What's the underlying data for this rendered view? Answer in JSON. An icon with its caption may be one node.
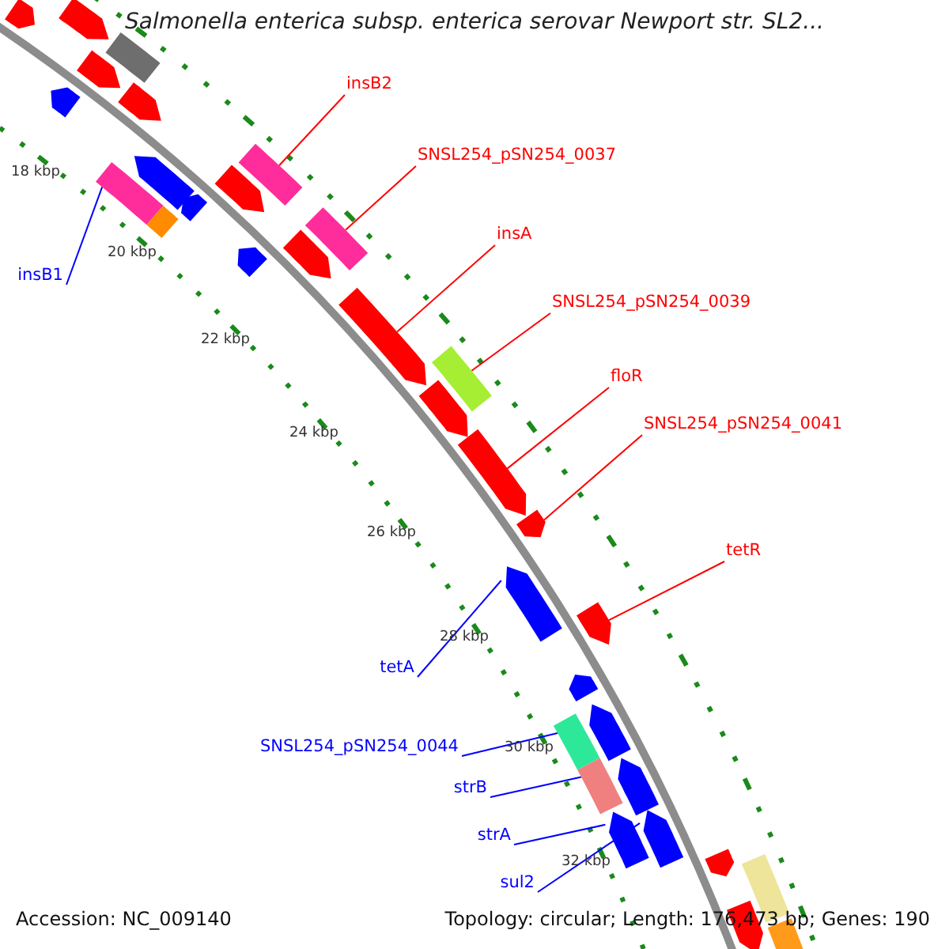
{
  "diagram": {
    "title": "Salmonella enterica subsp. enterica serovar Newport str. SL2...",
    "nodes": [
      {
        "text": [
          "insB2"
        ]
      },
      {
        "text": [],
        "shape": "bar"
      },
      {
        "text": [
          "insB1"
        ]
      },
      {
        "text": [],
        "shape": "bar"
      },
      {
        "text": [
          "SNSL254_pSN254_0037"
        ]
      },
      {
        "text": [],
        "shape": "bar"
      },
      {
        "text": [
          "insA"
        ]
      },
      {
        "text": [],
        "shape": "bar"
      },
      {
        "text": [
          "SNSL254_pSN254_0039"
        ]
      },
      {
        "text": [],
        "shape": "bar"
      },
      {
        "text": [
          "floR"
        ]
      },
      {
        "text": [],
        "shape": "bar"
      },
      {
        "text": [
          "SNSL254_pSN254_0041"
        ]
      },
      {
        "text": [],
        "shape": "bar"
      },
      {
        "text": [
          "tetR"
        ]
      },
      {
        "text": [],
        "shape": "bar"
      },
      {
        "text": [
          "tetA"
        ]
      },
      {
        "text": [],
        "shape": "bar"
      },
      {
        "text": [
          "SNSL254_pSN254_0044"
        ]
      },
      {
        "text": [],
        "shape": "bar"
      },
      {
        "text": [
          "strB"
        ]
      },
      {
        "text": [],
        "shape": "bar"
      },
      {
        "text": [
          "strA"
        ]
      },
      {
        "text": [],
        "shape": "bar"
      },
      {
        "text": [
          "sul2"
        ]
      },
      {
        "text": [],
        "shape": "bar"
      },
      {
        "text": [],
        "shape": "bar"
      },
      {
        "text": [],
        "shape": "bar"
      },
      {
        "text": [],
        "shape": "bar"
      },
      {
        "text": [],
        "shape": "bar"
      },
      {
        "text": [],
        "shape": "bar"
      },
      {
        "text": [],
        "shape": "bar"
      },
      {
        "text": [],
        "shape": "bar"
      },
      {
        "text": [],
        "shape": "bar"
      },
      {
        "text": [],
        "shape": "bar"
      },
      {
        "text": [],
        "shape": "bar"
      },
      {
        "text": [],
        "shape": "bar"
      },
      {
        "text": [],
        "shape": "bar"
      },
      {
        "text": [],
        "shape": "bar"
      },
      {
        "text": [],
        "shape": "bar"
      },
      {
        "text": [],
        "shape": "bar"
      },
      {
        "text": [],
        "shape": "bar"
      },
      {
        "text": [],
        "shape": "bar"
      },
      {
        "text": [],
        "shape": "bar"
      },
      {
        "text": [],
        "shape": "bar"
      },
      {
        "text": [],
        "shape": "bar"
      }
    ],
    "edges": [
      {
        "from": 0,
        "to": 1,
        "arrow": "none"
      },
      {
        "from": 2,
        "to": 3,
        "arrow": "none",
        "color": "#0000ff"
      },
      {
        "from": 4,
        "to": 5,
        "arrow": "none"
      },
      {
        "from": 6,
        "to": 7,
        "arrow": "none"
      },
      {
        "from": 8,
        "to": 9,
        "arrow": "none"
      },
      {
        "from": 10,
        "to": 11,
        "arrow": "none"
      },
      {
        "from": 12,
        "to": 13,
        "arrow": "none"
      },
      {
        "from": 14,
        "to": 15,
        "arrow": "none"
      },
      {
        "from": 16,
        "to": 17,
        "arrow": "none",
        "color": "#0000ff"
      },
      {
        "from": 18,
        "to": 19,
        "arrow": "none",
        "color": "#0000ff"
      },
      {
        "from": 20,
        "to": 21,
        "arrow": "none",
        "color": "#0000ff"
      },
      {
        "from": 22,
        "to": 23,
        "arrow": "none",
        "color": "#0000ff"
      },
      {
        "from": 24,
        "to": 25,
        "arrow": "none",
        "color": "#0000ff"
      }
    ],
    "labels": [
      "18 kbp",
      "20 kbp",
      "22 kbp",
      "24 kbp",
      "26 kbp",
      "28 kbp",
      "30 kbp",
      "32 kbp",
      "Accession: NC_009140",
      "Topology: circular; Length: 176,473 bp; Genes: 190"
    ]
  }
}
